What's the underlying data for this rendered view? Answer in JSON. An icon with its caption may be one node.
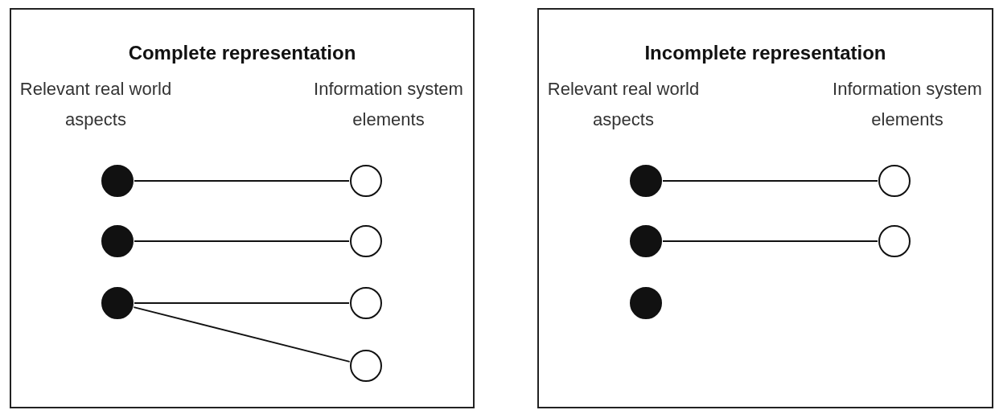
{
  "diagram": {
    "nodes": [
      {
        "text": [
          "Complete representation",
          "Relevant real world aspects",
          "Information system elements"
        ]
      },
      {
        "text": [],
        "shape": "dot",
        "in": 0
      },
      {
        "text": [],
        "shape": "circle",
        "in": 0
      },
      {
        "text": [],
        "shape": "dot",
        "in": 0
      },
      {
        "text": [],
        "shape": "circle",
        "in": 0
      },
      {
        "text": [],
        "shape": "dot",
        "in": 0
      },
      {
        "text": [],
        "shape": "circle",
        "in": 0
      },
      {
        "text": [],
        "shape": "circle",
        "in": 0
      },
      {
        "text": [
          "Incomplete representation",
          "Relevant real world aspects",
          "Information system elements"
        ]
      },
      {
        "text": [],
        "shape": "dot",
        "in": 8
      },
      {
        "text": [],
        "shape": "circle",
        "in": 8
      },
      {
        "text": [],
        "shape": "dot",
        "in": 8
      },
      {
        "text": [],
        "shape": "circle",
        "in": 8
      },
      {
        "text": [],
        "shape": "dot",
        "in": 8
      }
    ],
    "edges": [
      {
        "from": 1,
        "to": 2,
        "arrow": "none"
      },
      {
        "from": 3,
        "to": 4,
        "arrow": "none"
      },
      {
        "from": 5,
        "to": 6,
        "arrow": "none"
      },
      {
        "from": 5,
        "to": 7,
        "arrow": "none"
      },
      {
        "from": 9,
        "to": 10,
        "arrow": "none"
      },
      {
        "from": 11,
        "to": 12,
        "arrow": "none"
      }
    ]
  }
}
